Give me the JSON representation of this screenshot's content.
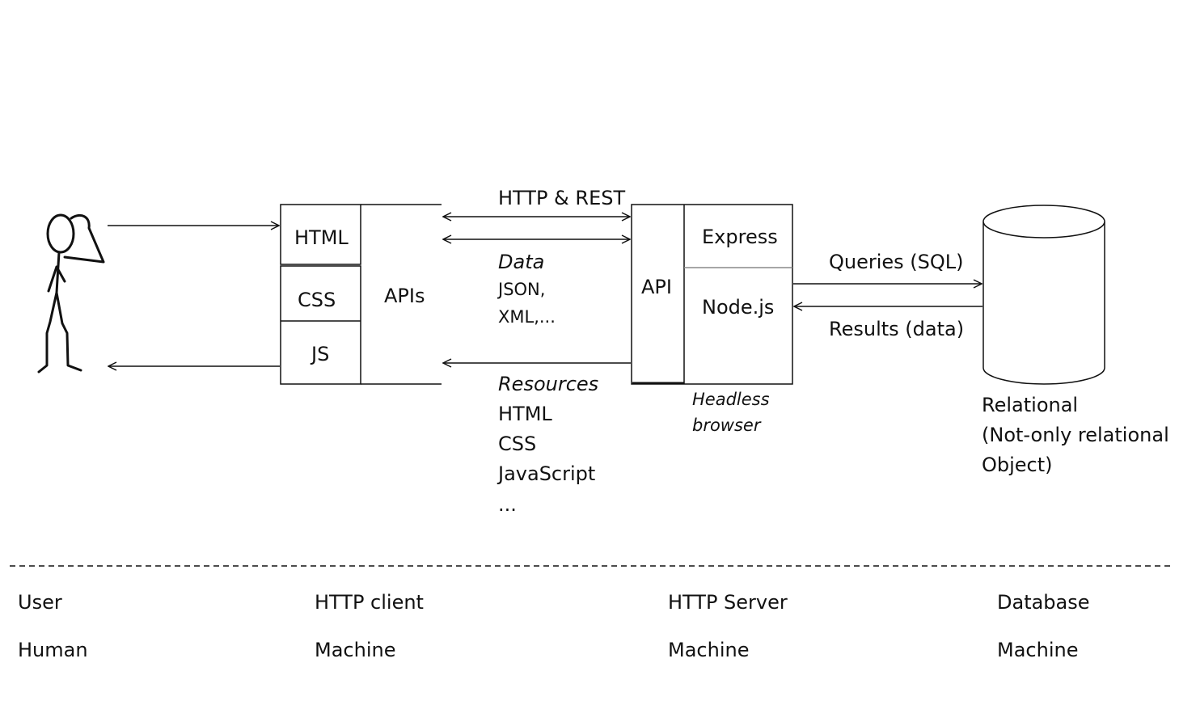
{
  "client": {
    "html": "HTML",
    "css": "CSS",
    "js": "JS",
    "apis": "APIs"
  },
  "protocol": {
    "title": "HTTP & REST",
    "data_heading": "Data",
    "data_lines": [
      "JSON,",
      "XML,..."
    ],
    "resources_heading": "Resources",
    "resource_lines": [
      "HTML",
      "CSS",
      "JavaScript",
      "..."
    ]
  },
  "server": {
    "api": "API",
    "express": "Express",
    "node": "Node.js",
    "headless_lines": [
      "Headless",
      "browser"
    ]
  },
  "database": {
    "queries": "Queries (SQL)",
    "results": "Results (data)",
    "type_lines": [
      "Relational",
      "(Not-only relational",
      "Object)"
    ]
  },
  "footer": [
    {
      "role": "User",
      "kind": "Human"
    },
    {
      "role": "HTTP client",
      "kind": "Machine"
    },
    {
      "role": "HTTP Server",
      "kind": "Machine"
    },
    {
      "role": "Database",
      "kind": "Machine"
    }
  ]
}
